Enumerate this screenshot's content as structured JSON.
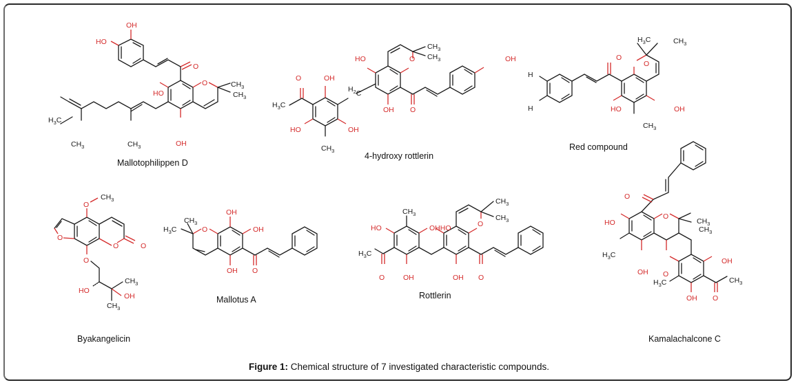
{
  "figure": {
    "caption_label": "Figure 1:",
    "caption_text": " Chemical structure of 7 investigated characteristic compounds.",
    "colors": {
      "heteroatom": "#d42a2a",
      "bond": "#1a1a1a",
      "frame": "#2a2a2a"
    }
  },
  "compounds": [
    {
      "name": "Mallotophilippen D",
      "labels": {
        "oh1": "OH",
        "ho1": "HO",
        "o_keto": "O",
        "ho2": "HO",
        "o_ring": "O",
        "ch3a": "CH",
        "ch3b": "CH",
        "h3c": "H",
        "ch3c": "CH",
        "ch3d": "CH",
        "oh2": "OH",
        "sub3": "3",
        "c": "C"
      }
    },
    {
      "name": "4-hydroxy rottlerin",
      "labels": {
        "ch3a": "CH",
        "ch3b": "CH",
        "ho1": "HO",
        "o_ring": "O",
        "oh_ar": "OH",
        "o_acyl": "O",
        "oh2": "OH",
        "h2c": "H",
        "c": "C",
        "h3c": "H",
        "ho3": "HO",
        "oh3": "OH",
        "ch3c": "CH",
        "oh4": "OH",
        "o_keto": "O",
        "sub3": "3",
        "sub2": "2"
      }
    },
    {
      "name": "Red compound",
      "labels": {
        "h3c": "H",
        "ch3": "CH",
        "o_keto": "O",
        "o_ring": "O",
        "h1": "H",
        "h2": "H",
        "ho": "HO",
        "oh": "OH",
        "ch3b": "CH",
        "c": "C",
        "sub3": "3"
      }
    },
    {
      "name": "Byakangelicin",
      "labels": {
        "ch3": "CH",
        "o_me": "O",
        "o_furan": "O",
        "o_lac": "O",
        "o_keto": "O",
        "o_ether": "O",
        "ho": "HO",
        "ch3b": "CH",
        "oh": "OH",
        "ch3c": "CH",
        "sub3": "3"
      }
    },
    {
      "name": "Mallotus A",
      "labels": {
        "ch3": "CH",
        "h3c": "H",
        "c": "C",
        "o_ring": "O",
        "oh1": "OH",
        "oh2": "OH",
        "oh3": "OH",
        "o_keto": "O",
        "sub3": "3"
      }
    },
    {
      "name": "Rottlerin",
      "labels": {
        "ch3": "CH",
        "ho1": "HO",
        "ohho": "OHHO",
        "h3c": "H",
        "c": "C",
        "o_acyl": "O",
        "oh1": "OH",
        "ch3a": "CH",
        "ch3b": "CH",
        "o_ring": "O",
        "oh2": "OH",
        "o_keto": "O",
        "sub3": "3"
      }
    },
    {
      "name": "Kamalachalcone C",
      "labels": {
        "o_keto": "O",
        "ho": "HO",
        "o_ring1": "O",
        "ch3a": "CH",
        "ch3b": "CH",
        "h3c": "H",
        "c": "C",
        "oh1": "OH",
        "o_ring2": "O",
        "oh2": "OH",
        "ch3c": "CH",
        "h3c2": "H",
        "oh3": "OH",
        "o_acyl": "O",
        "sub3": "3"
      }
    }
  ]
}
